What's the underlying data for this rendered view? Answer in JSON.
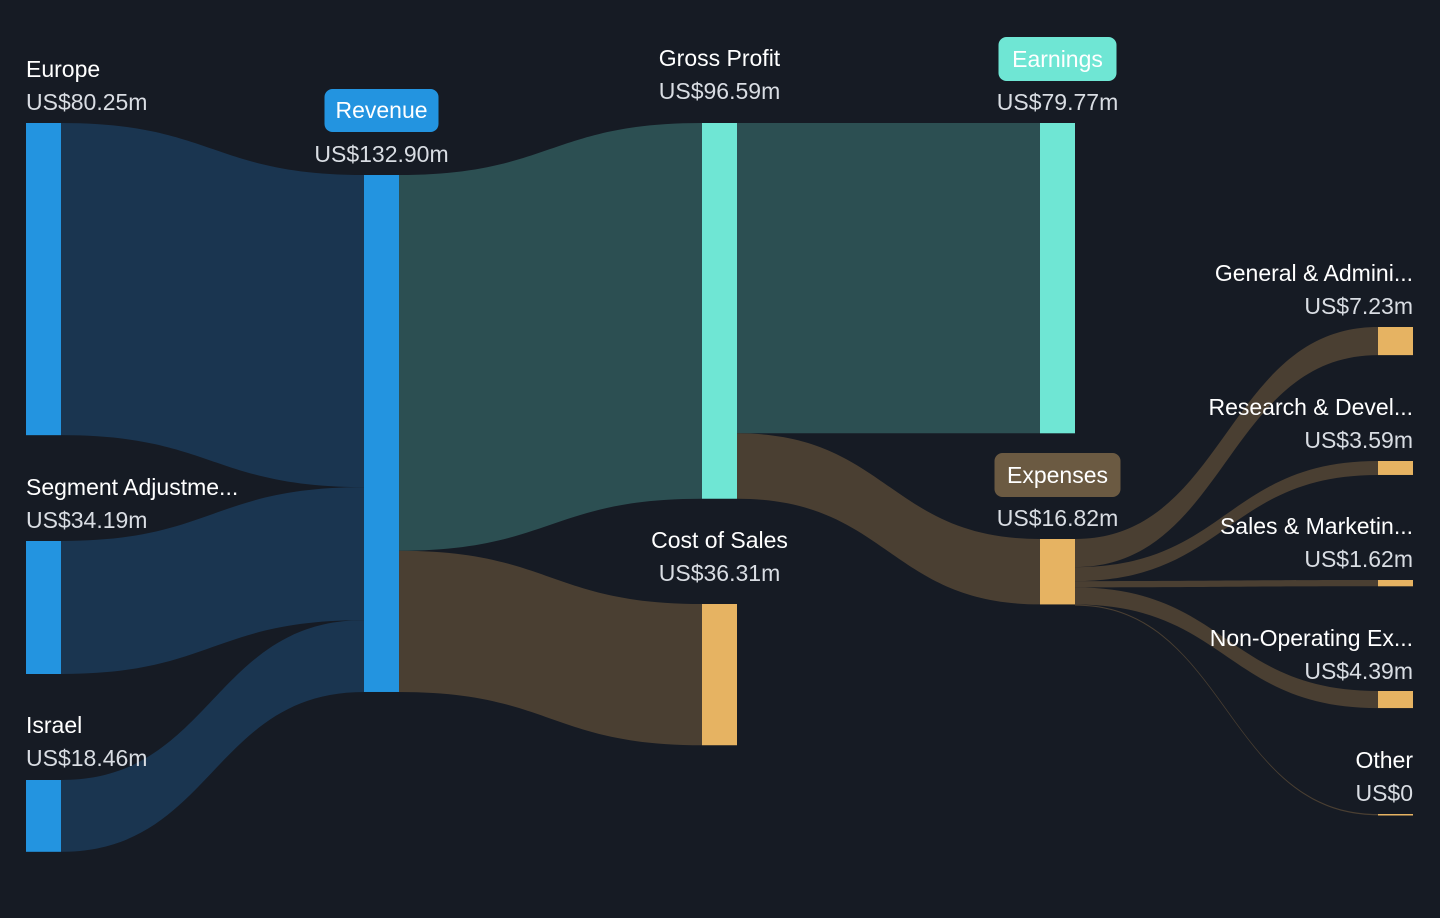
{
  "chart_data": {
    "type": "sankey",
    "title": "",
    "currency_unit": "US$ millions",
    "colors": {
      "background": "#161b24",
      "revenue_node": "#2394e0",
      "revenue_link": "#1a3550",
      "profit_node": "#6fe6d4",
      "profit_link": "#2c4f52",
      "expense_node": "#e6b362",
      "expense_link": "#4a3f32",
      "revenue_badge": "#2394e0",
      "earnings_badge": "#6fe6d4",
      "expenses_badge": "#6b5a42"
    },
    "nodes": [
      {
        "id": "europe",
        "label": "Europe",
        "value_label": "US$80.25m",
        "value": 80.25,
        "group": "revenue",
        "column": 0
      },
      {
        "id": "segment",
        "label": "Segment Adjustme...",
        "value_label": "US$34.19m",
        "value": 34.19,
        "group": "revenue",
        "column": 0
      },
      {
        "id": "israel",
        "label": "Israel",
        "value_label": "US$18.46m",
        "value": 18.46,
        "group": "revenue",
        "column": 0
      },
      {
        "id": "revenue",
        "label": "Revenue",
        "value_label": "US$132.90m",
        "value": 132.9,
        "group": "revenue",
        "column": 1,
        "badge": true
      },
      {
        "id": "gross_profit",
        "label": "Gross Profit",
        "value_label": "US$96.59m",
        "value": 96.59,
        "group": "profit",
        "column": 2
      },
      {
        "id": "cost_of_sales",
        "label": "Cost of Sales",
        "value_label": "US$36.31m",
        "value": 36.31,
        "group": "expense",
        "column": 2
      },
      {
        "id": "earnings",
        "label": "Earnings",
        "value_label": "US$79.77m",
        "value": 79.77,
        "group": "profit",
        "column": 3,
        "badge": true
      },
      {
        "id": "expenses",
        "label": "Expenses",
        "value_label": "US$16.82m",
        "value": 16.82,
        "group": "expense",
        "column": 3,
        "badge": true
      },
      {
        "id": "ga",
        "label": "General & Admini...",
        "value_label": "US$7.23m",
        "value": 7.23,
        "group": "expense",
        "column": 4
      },
      {
        "id": "rd",
        "label": "Research & Devel...",
        "value_label": "US$3.59m",
        "value": 3.59,
        "group": "expense",
        "column": 4
      },
      {
        "id": "sm",
        "label": "Sales & Marketin...",
        "value_label": "US$1.62m",
        "value": 1.62,
        "group": "expense",
        "column": 4
      },
      {
        "id": "nonop",
        "label": "Non-Operating Ex...",
        "value_label": "US$4.39m",
        "value": 4.39,
        "group": "expense",
        "column": 4
      },
      {
        "id": "other",
        "label": "Other",
        "value_label": "US$0",
        "value": 0,
        "group": "expense",
        "column": 4
      }
    ],
    "links": [
      {
        "source": "europe",
        "target": "revenue",
        "value": 80.25,
        "group": "revenue"
      },
      {
        "source": "segment",
        "target": "revenue",
        "value": 34.19,
        "group": "revenue"
      },
      {
        "source": "israel",
        "target": "revenue",
        "value": 18.46,
        "group": "revenue"
      },
      {
        "source": "revenue",
        "target": "gross_profit",
        "value": 96.59,
        "group": "profit"
      },
      {
        "source": "revenue",
        "target": "cost_of_sales",
        "value": 36.31,
        "group": "expense"
      },
      {
        "source": "gross_profit",
        "target": "earnings",
        "value": 79.77,
        "group": "profit"
      },
      {
        "source": "gross_profit",
        "target": "expenses",
        "value": 16.82,
        "group": "expense"
      },
      {
        "source": "expenses",
        "target": "ga",
        "value": 7.23,
        "group": "expense"
      },
      {
        "source": "expenses",
        "target": "rd",
        "value": 3.59,
        "group": "expense"
      },
      {
        "source": "expenses",
        "target": "sm",
        "value": 1.62,
        "group": "expense"
      },
      {
        "source": "expenses",
        "target": "nonop",
        "value": 4.39,
        "group": "expense"
      },
      {
        "source": "expenses",
        "target": "other",
        "value": 0,
        "group": "expense"
      }
    ]
  }
}
